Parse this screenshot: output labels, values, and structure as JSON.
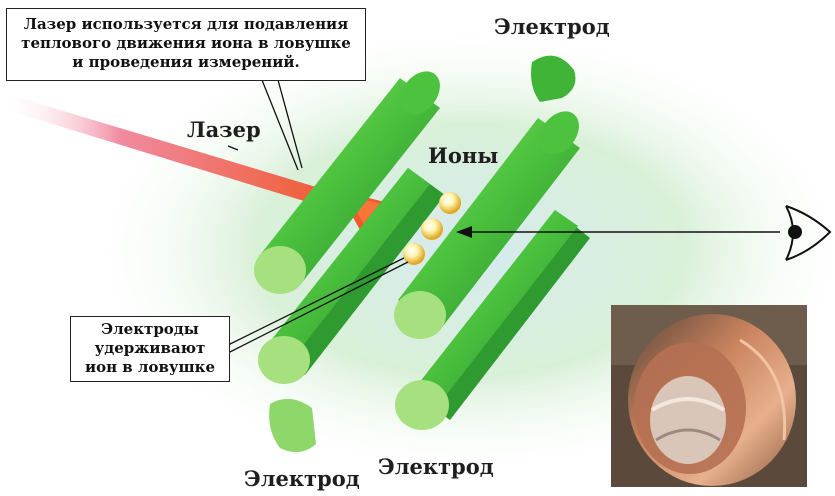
{
  "labels": {
    "top_callout": [
      "Лазер используется для подавления",
      "теплового движения иона в ловушке",
      "и проведения измерений."
    ],
    "bottom_callout": [
      "Электроды",
      "удерживают",
      "ион в ловушке"
    ],
    "electrode_top": "Электрод",
    "electrode_bottom_left": "Электрод",
    "electrode_bottom_right": "Электрод",
    "laser": "Лазер",
    "ions": "Ионы"
  },
  "colors": {
    "rod_light": "#7fd95c",
    "rod_mid": "#3fb436",
    "rod_dark": "#23852a",
    "rod_end": "#a6e07f",
    "laser": "#f0592a",
    "background_glow": "#cfe6ec",
    "copper": "#c9825e"
  },
  "icons": [
    "eye-icon",
    "ion-sphere-icon",
    "laser-beam-icon"
  ]
}
